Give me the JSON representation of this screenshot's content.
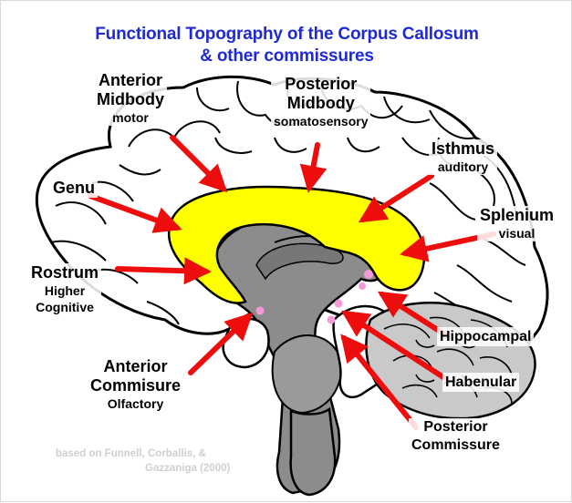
{
  "title": {
    "line1": "Functional Topography of the Corpus Callosum",
    "line2": "& other commissures"
  },
  "labels": {
    "anterior_midbody": {
      "line1": "Anterior",
      "line2": "Midbody",
      "sub": "motor"
    },
    "posterior_midbody": {
      "line1": "Posterior",
      "line2": "Midbody",
      "sub": "somatosensory"
    },
    "isthmus": {
      "name": "Isthmus",
      "sub": "auditory"
    },
    "genu": {
      "name": "Genu"
    },
    "splenium": {
      "name": "Splenium",
      "sub": "visual"
    },
    "rostrum": {
      "name": "Rostrum",
      "sub1": "Higher",
      "sub2": "Cognitive"
    },
    "hippocampal": {
      "name": "Hippocampal"
    },
    "anterior_commissure": {
      "line1": "Anterior",
      "line2": "Commisure",
      "sub": "Olfactory"
    },
    "habenular": {
      "name": "Habenular"
    },
    "posterior_commissure": {
      "line1": "Posterior",
      "line2": "Commissure"
    }
  },
  "credit": {
    "line1": "based on Funnell, Corballis, &",
    "line2": "Gazzaniga (2000)"
  },
  "colors": {
    "title": "#1f2ad6",
    "corpus_callosum": "#ffff00",
    "arrows": "#ee0d0d",
    "brainstem": "#8c8c8c",
    "commissure_spots": "#f59ad8"
  }
}
